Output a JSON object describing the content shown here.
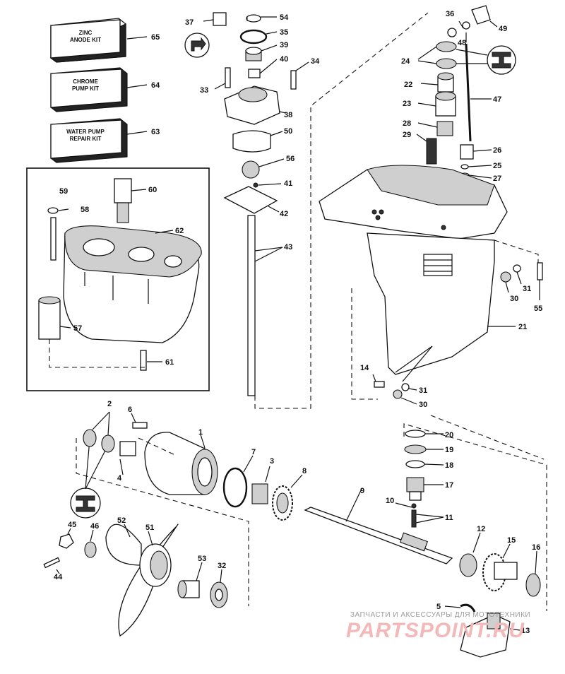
{
  "kits": [
    {
      "line1": "ZINC",
      "line2": "ANODE KIT",
      "number": "65"
    },
    {
      "line1": "CHROME",
      "line2": "PUMP KIT",
      "number": "64"
    },
    {
      "line1": "WATER PUMP",
      "line2": "REPAIR KIT",
      "number": "63"
    }
  ],
  "callouts": {
    "n1": "1",
    "n2": "2",
    "n3": "3",
    "n4": "4",
    "n5": "5",
    "n6": "6",
    "n7": "7",
    "n8": "8",
    "n9": "9",
    "n10": "10",
    "n11": "11",
    "n12": "12",
    "n13": "13",
    "n14": "14",
    "n15": "15",
    "n16": "16",
    "n17": "17",
    "n18": "18",
    "n19": "19",
    "n20": "20",
    "n21": "21",
    "n22": "22",
    "n23": "23",
    "n24": "24",
    "n25": "25",
    "n26": "26",
    "n27": "27",
    "n28": "28",
    "n29": "29",
    "n30": "30",
    "n30b": "30",
    "n31": "31",
    "n31b": "31",
    "n32": "32",
    "n33": "33",
    "n34": "34",
    "n35": "35",
    "n36": "36",
    "n37": "37",
    "n38": "38",
    "n39": "39",
    "n40": "40",
    "n41": "41",
    "n42": "42",
    "n43": "43",
    "n44": "44",
    "n45": "45",
    "n46": "46",
    "n47": "47",
    "n48": "48",
    "n49": "49",
    "n50": "50",
    "n51": "51",
    "n52": "52",
    "n53": "53",
    "n54": "54",
    "n55": "55",
    "n56": "56",
    "n57": "57",
    "n58": "58",
    "n59": "59",
    "n60": "60",
    "n61": "61",
    "n62": "62"
  },
  "watermark": {
    "top": "ЗАПЧАСТИ И АКСЕССУАРЫ ДЛЯ МОТОТЕХНИКИ",
    "brand": "PARTSPOINT.RU"
  }
}
